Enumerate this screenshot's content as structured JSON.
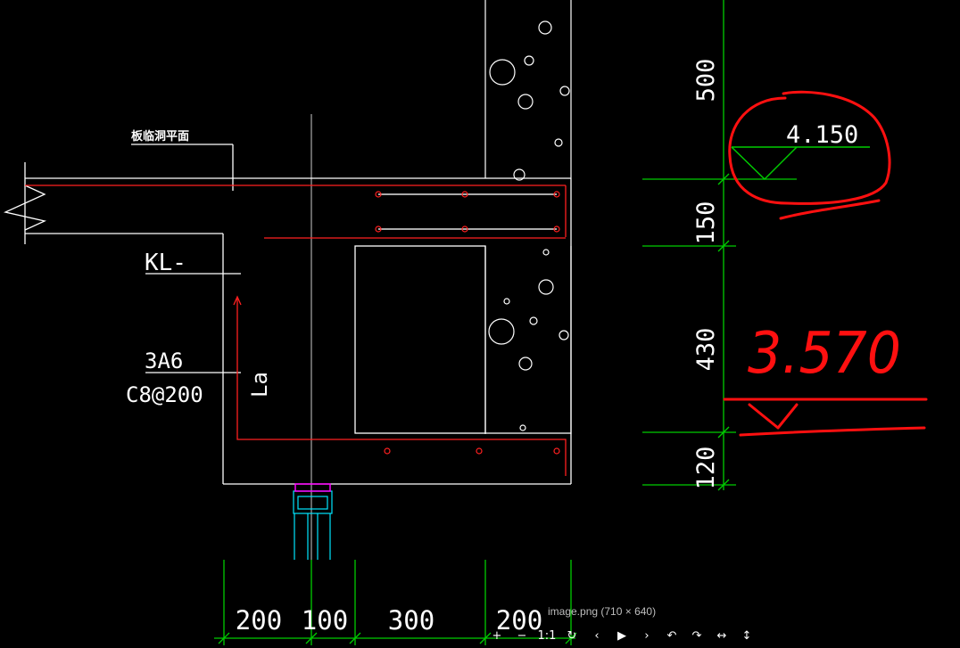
{
  "drawing": {
    "plane_note": "板临洞平面",
    "beam_label": "KL-",
    "rebar_top": "3A6",
    "rebar_stirrup": "C8@200",
    "anchor_label": "La",
    "elevation_top": "4.150",
    "elevation_handwritten": "3.570",
    "vertical_dims": [
      "500",
      "150",
      "430",
      "120"
    ],
    "horizontal_dims": [
      "200",
      "100",
      "300",
      "200"
    ],
    "colors": {
      "background": "#000000",
      "line": "#ffffff",
      "rebar": "#ff0000",
      "dimension": "#00ff00",
      "handwriting": "#ff0000",
      "window_frame": "#00ffff"
    }
  },
  "viewer": {
    "caption": "image.png (710 × 640)",
    "toolbar": [
      {
        "name": "zoom-in-icon",
        "glyph": "+"
      },
      {
        "name": "zoom-out-icon",
        "glyph": "−"
      },
      {
        "name": "actual-size-icon",
        "glyph": "1:1"
      },
      {
        "name": "reset-icon",
        "glyph": "↻"
      },
      {
        "name": "prev-icon",
        "glyph": "‹"
      },
      {
        "name": "play-icon",
        "glyph": "▶"
      },
      {
        "name": "next-icon",
        "glyph": "›"
      },
      {
        "name": "rotate-left-icon",
        "glyph": "↶"
      },
      {
        "name": "rotate-right-icon",
        "glyph": "↷"
      },
      {
        "name": "flip-horizontal-icon",
        "glyph": "↔"
      },
      {
        "name": "flip-vertical-icon",
        "glyph": "↕"
      }
    ]
  }
}
